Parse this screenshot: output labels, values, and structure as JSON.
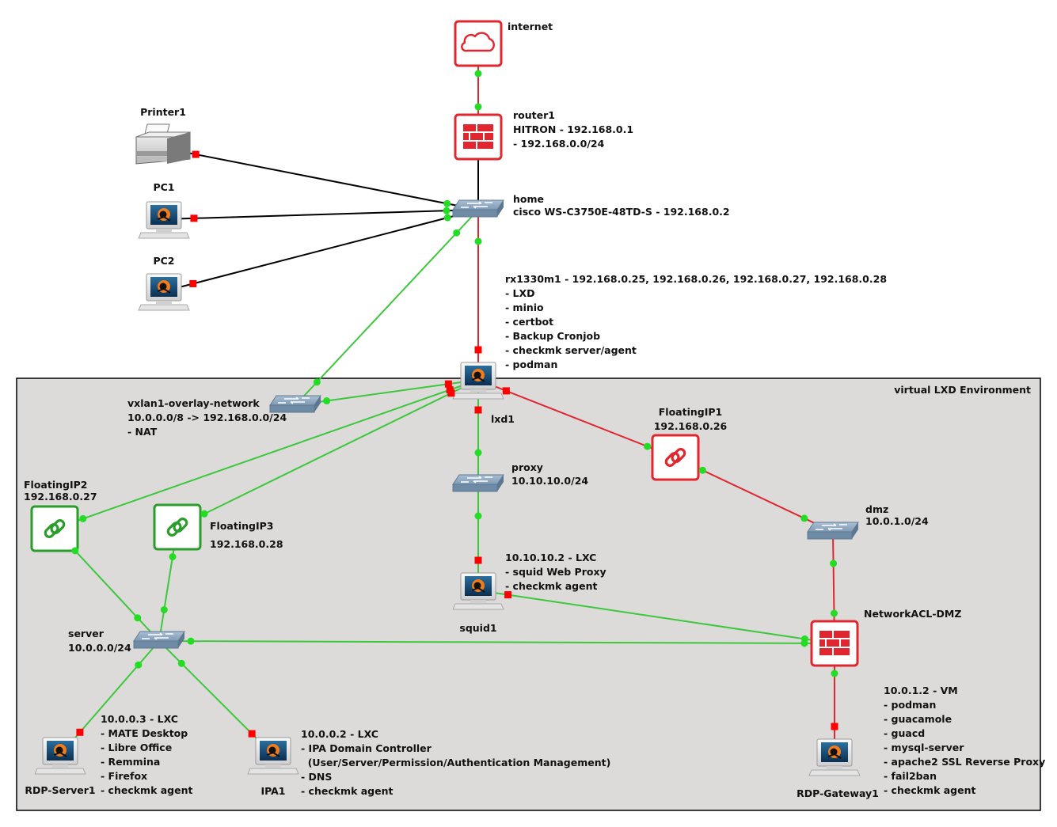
{
  "zone": {
    "label": "virtual LXD Environment"
  },
  "colors": {
    "link_black": "#000000",
    "link_red": "#e0262e",
    "link_green": "#3cc73c",
    "port_red": "#ff0000",
    "port_green": "#22dd22",
    "zone_fill": "#dcdbd9",
    "accent_red": "#e0262e",
    "accent_green": "#2a9d2a"
  },
  "nodes": [
    {
      "id": "internet",
      "type": "cloud",
      "icon": "cloud-icon",
      "label": [
        "internet"
      ]
    },
    {
      "id": "router1",
      "type": "firewall",
      "icon": "firewall-icon",
      "label": [
        "router1",
        "HITRON - 192.168.0.1",
        "- 192.168.0.0/24"
      ]
    },
    {
      "id": "printer1",
      "type": "printer",
      "icon": "printer-icon",
      "label": [
        "Printer1"
      ]
    },
    {
      "id": "pc1",
      "type": "pc",
      "icon": "pc-icon",
      "label": [
        "PC1"
      ]
    },
    {
      "id": "pc2",
      "type": "pc",
      "icon": "pc-icon",
      "label": [
        "PC2"
      ]
    },
    {
      "id": "home",
      "type": "switch",
      "icon": "switch-icon",
      "label": [
        "home",
        "cisco WS-C3750E-48TD-S - 192.168.0.2"
      ]
    },
    {
      "id": "lxd1",
      "type": "pc",
      "icon": "pc-icon",
      "label": [
        "lxd1"
      ],
      "notes": [
        "rx1330m1 - 192.168.0.25, 192.168.0.26, 192.168.0.27, 192.168.0.28",
        "- LXD",
        "- minio",
        "- certbot",
        "- Backup Cronjob",
        "- checkmk server/agent",
        "- podman"
      ]
    },
    {
      "id": "vxlan1",
      "type": "switch",
      "icon": "switch-icon",
      "label": [
        "vxlan1-overlay-network",
        "10.0.0.0/8 -> 192.168.0.0/24",
        "- NAT"
      ]
    },
    {
      "id": "proxy",
      "type": "switch",
      "icon": "switch-icon",
      "label": [
        "proxy",
        "10.10.10.0/24"
      ]
    },
    {
      "id": "floatingip1",
      "type": "link-red",
      "icon": "chain-link-icon",
      "label": [
        "FloatingIP1",
        "192.168.0.26"
      ]
    },
    {
      "id": "floatingip2",
      "type": "link-green",
      "icon": "chain-link-icon",
      "label": [
        "FloatingIP2",
        "192.168.0.27"
      ]
    },
    {
      "id": "floatingip3",
      "type": "link-green",
      "icon": "chain-link-icon",
      "label": [
        "FloatingIP3",
        "192.168.0.28"
      ]
    },
    {
      "id": "dmz",
      "type": "switch",
      "icon": "switch-icon",
      "label": [
        "dmz",
        "10.0.1.0/24"
      ]
    },
    {
      "id": "squid1",
      "type": "pc",
      "icon": "pc-icon",
      "label": [
        "squid1"
      ],
      "notes": [
        "10.10.10.2 - LXC",
        "- squid Web Proxy",
        "- checkmk agent"
      ]
    },
    {
      "id": "server",
      "type": "switch",
      "icon": "switch-icon",
      "label": [
        "server",
        "10.0.0.0/24"
      ]
    },
    {
      "id": "networkacl",
      "type": "firewall",
      "icon": "firewall-icon",
      "label": [
        "NetworkACL-DMZ"
      ]
    },
    {
      "id": "rdpserver1",
      "type": "pc",
      "icon": "pc-icon",
      "label": [
        "RDP-Server1"
      ],
      "notes": [
        "10.0.0.3 - LXC",
        "- MATE Desktop",
        "- Libre Office",
        "- Remmina",
        "- Firefox",
        "- checkmk agent"
      ]
    },
    {
      "id": "ipa1",
      "type": "pc",
      "icon": "pc-icon",
      "label": [
        "IPA1"
      ],
      "notes": [
        "10.0.0.2 - LXC",
        "- IPA Domain Controller",
        "  (User/Server/Permission/Authentication Management)",
        "- DNS",
        "- checkmk agent"
      ]
    },
    {
      "id": "rdpgateway1",
      "type": "pc",
      "icon": "pc-icon",
      "label": [
        "RDP-Gateway1"
      ],
      "notes": [
        "10.0.1.2 - VM",
        "- podman",
        "- guacamole",
        "- guacd",
        "- mysql-server",
        "- apache2 SSL Reverse Proxy",
        "- fail2ban",
        "- checkmk agent"
      ]
    }
  ],
  "links": [
    {
      "from": "internet",
      "to": "router1",
      "color": "red",
      "ends": [
        "green",
        "green"
      ]
    },
    {
      "from": "router1",
      "to": "home",
      "color": "black",
      "ends": [
        "none",
        "none"
      ]
    },
    {
      "from": "printer1",
      "to": "home",
      "color": "black",
      "ends": [
        "red",
        "green"
      ]
    },
    {
      "from": "pc1",
      "to": "home",
      "color": "black",
      "ends": [
        "red",
        "green"
      ]
    },
    {
      "from": "pc2",
      "to": "home",
      "color": "black",
      "ends": [
        "red",
        "green"
      ]
    },
    {
      "from": "home",
      "to": "lxd1",
      "color": "red",
      "ends": [
        "green",
        "red"
      ]
    },
    {
      "from": "home",
      "to": "vxlan1",
      "color": "green",
      "ends": [
        "green",
        "green"
      ]
    },
    {
      "from": "vxlan1",
      "to": "lxd1",
      "color": "green",
      "ends": [
        "green",
        "red"
      ]
    },
    {
      "from": "lxd1",
      "to": "floatingip2",
      "color": "green",
      "ends": [
        "red",
        "green"
      ]
    },
    {
      "from": "lxd1",
      "to": "floatingip3",
      "color": "green",
      "ends": [
        "red",
        "green"
      ]
    },
    {
      "from": "lxd1",
      "to": "proxy",
      "color": "green",
      "ends": [
        "red",
        "green"
      ]
    },
    {
      "from": "lxd1",
      "to": "floatingip1",
      "color": "red",
      "ends": [
        "red",
        "green"
      ]
    },
    {
      "from": "floatingip1",
      "to": "dmz",
      "color": "red",
      "ends": [
        "green",
        "green"
      ]
    },
    {
      "from": "proxy",
      "to": "squid1",
      "color": "green",
      "ends": [
        "green",
        "red"
      ]
    },
    {
      "from": "dmz",
      "to": "networkacl",
      "color": "red",
      "ends": [
        "green",
        "green"
      ]
    },
    {
      "from": "squid1",
      "to": "networkacl",
      "color": "green",
      "ends": [
        "red",
        "green"
      ]
    },
    {
      "from": "floatingip2",
      "to": "server",
      "color": "green",
      "ends": [
        "green",
        "green"
      ]
    },
    {
      "from": "floatingip3",
      "to": "server",
      "color": "green",
      "ends": [
        "green",
        "green"
      ]
    },
    {
      "from": "server",
      "to": "networkacl",
      "color": "green",
      "ends": [
        "green",
        "green"
      ]
    },
    {
      "from": "server",
      "to": "rdpserver1",
      "color": "green",
      "ends": [
        "green",
        "red"
      ]
    },
    {
      "from": "server",
      "to": "ipa1",
      "color": "green",
      "ends": [
        "green",
        "red"
      ]
    },
    {
      "from": "networkacl",
      "to": "rdpgateway1",
      "color": "red",
      "ends": [
        "green",
        "red"
      ]
    }
  ]
}
